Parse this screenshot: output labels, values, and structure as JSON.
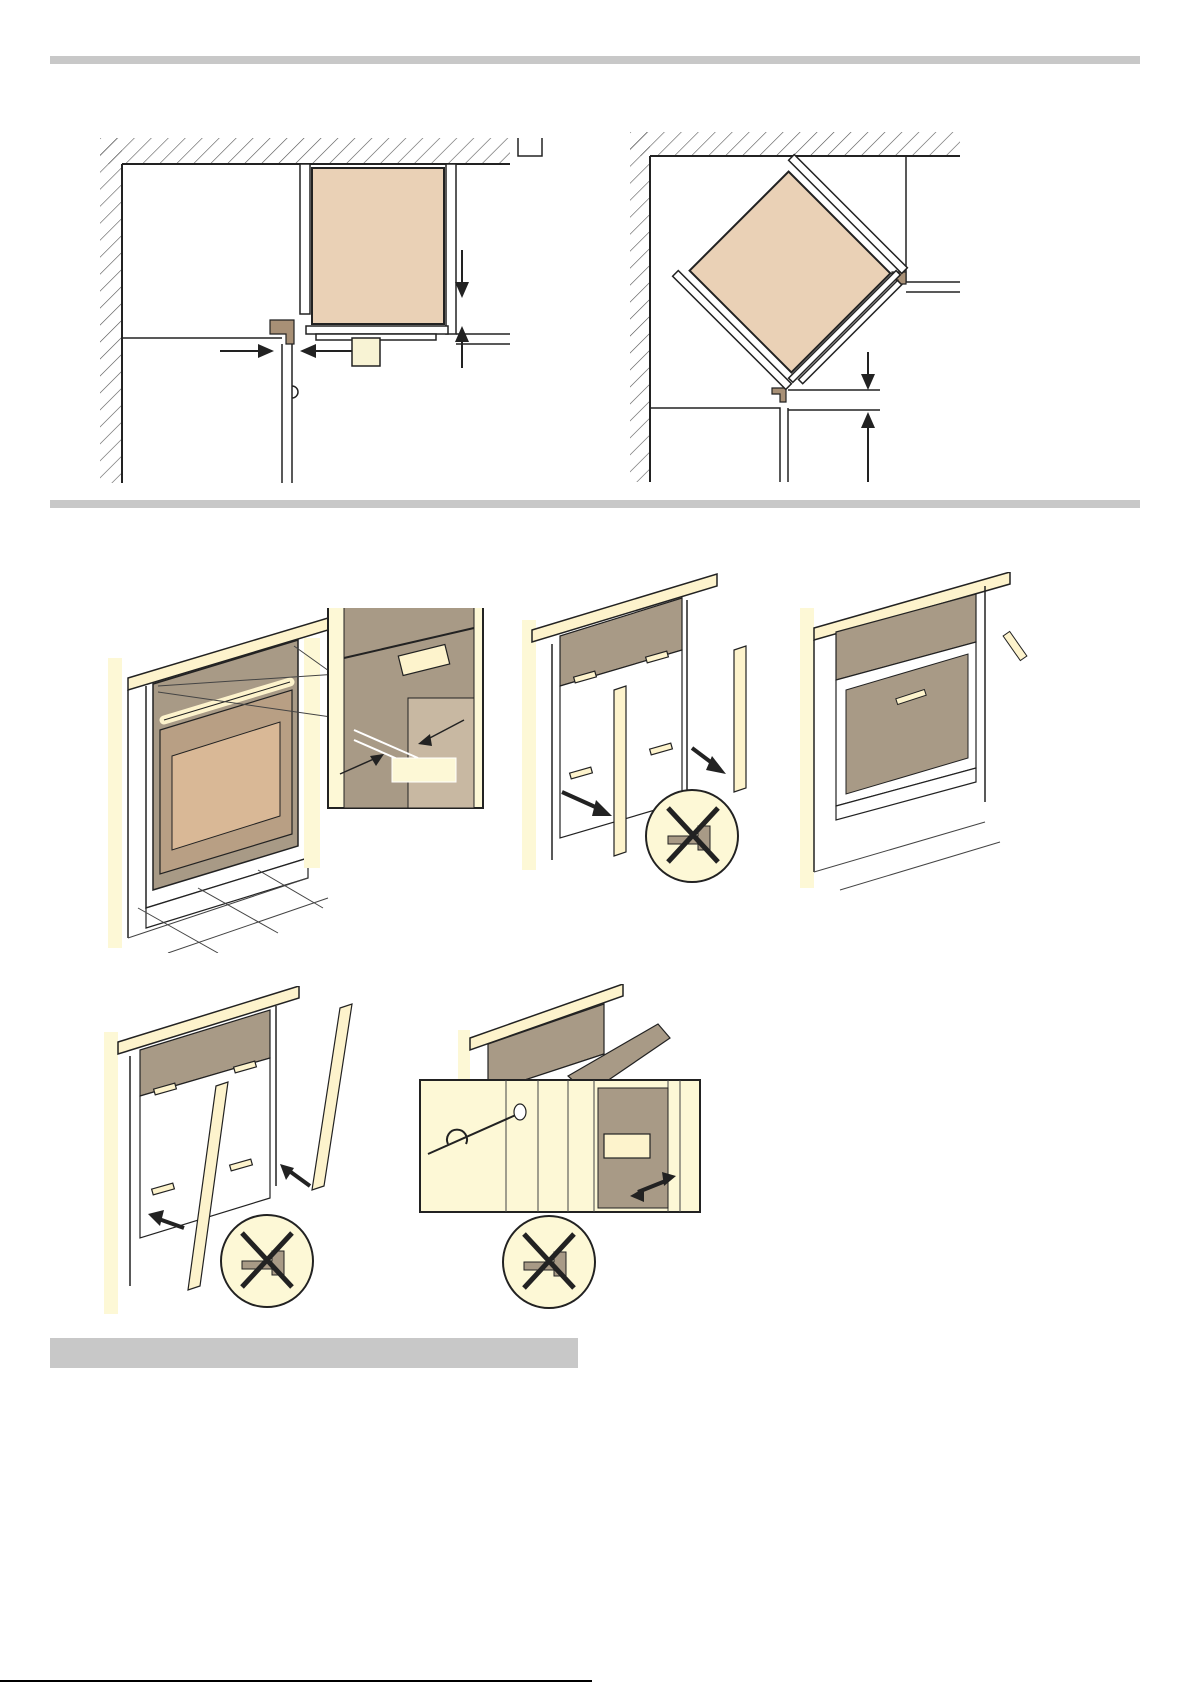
{
  "page": {
    "figures": [
      {
        "id": "corner-top-view-straight",
        "labels": []
      },
      {
        "id": "corner-top-view-angled",
        "labels": []
      },
      {
        "id": "oven-fitting-detail",
        "labels": []
      },
      {
        "id": "remove-side-trims",
        "labels": []
      },
      {
        "id": "screw-fixing-oven",
        "labels": []
      },
      {
        "id": "refit-side-trims",
        "labels": []
      },
      {
        "id": "handle-adjustment",
        "labels": []
      }
    ]
  },
  "colors": {
    "rule": "#c8c8c8",
    "appliance": "#ead1b6",
    "panel": "#fdf8d6",
    "dark_panel": "#a89a86",
    "wall_hatch": "#666666",
    "marker": "#f8f3d4"
  }
}
